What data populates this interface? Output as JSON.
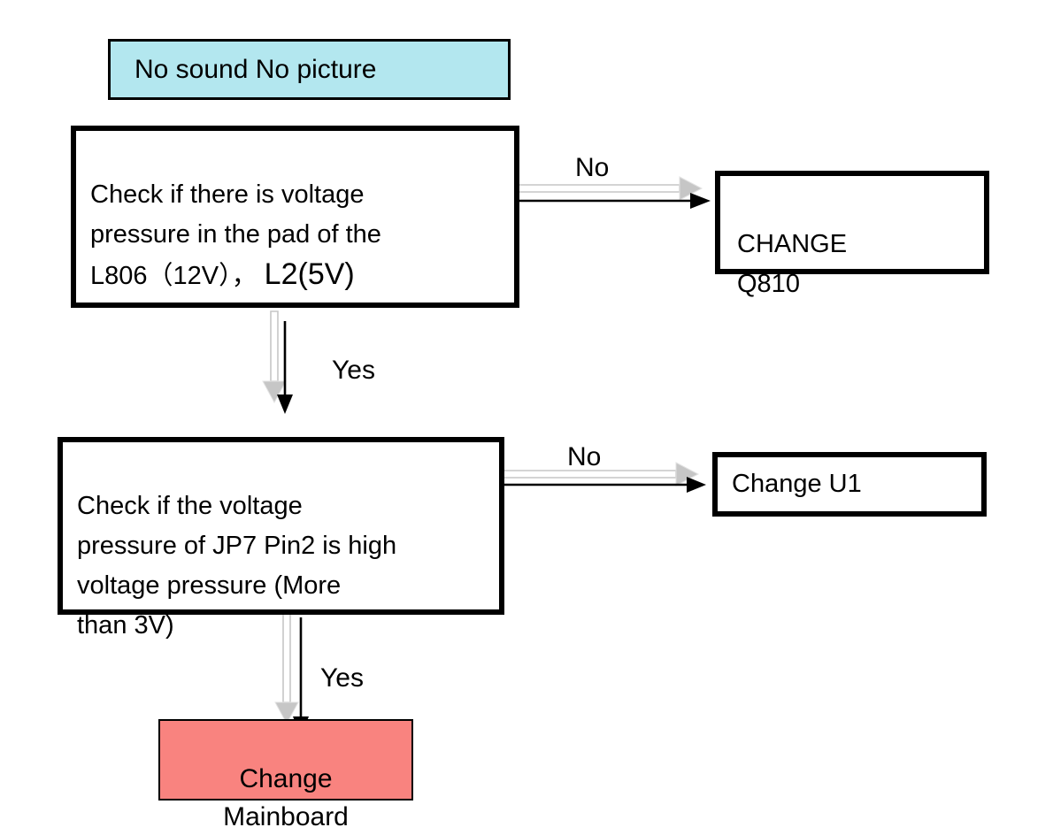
{
  "title_box": {
    "label": "No sound No picture"
  },
  "step1_box": {
    "lines": [
      "Check if there is voltage",
      "pressure in the pad of the"
    ],
    "line3_main": "L806（12V）， ",
    "line3_l2": "L2(5V)"
  },
  "q810_box": {
    "lines": [
      "CHANGE",
      "Q810"
    ]
  },
  "step2_box": {
    "lines": [
      "Check if the voltage",
      "pressure of JP7 Pin2 is high",
      "voltage pressure (More",
      "than 3V)"
    ]
  },
  "u1_box": {
    "label": "Change U1"
  },
  "mainboard_box": {
    "lines": [
      "Change",
      "Mainboard"
    ]
  },
  "edge_labels": {
    "no1": "No",
    "yes1": "Yes",
    "no2": "No",
    "yes2": "Yes"
  },
  "colors": {
    "title_box_bg": "#b3e7ef",
    "mainboard_box_bg": "#f9837f",
    "box_border": "#000000",
    "arrow": "#000000",
    "arrow_shadow": "#c6c6c6"
  }
}
